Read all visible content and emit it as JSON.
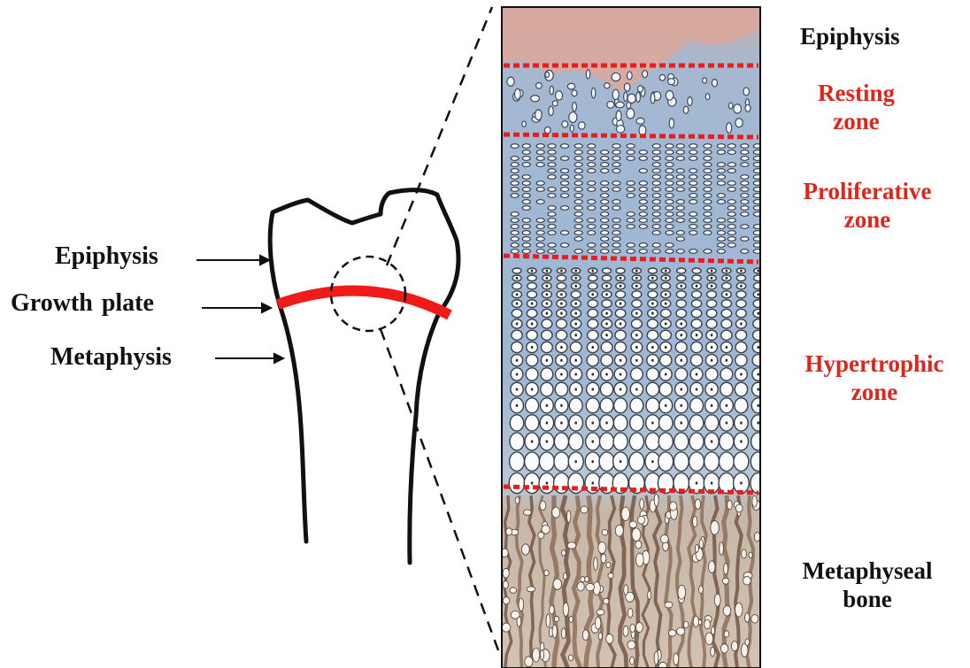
{
  "diagram": {
    "bone_labels": {
      "epiphysis": "Epiphysis",
      "growth_plate": "Growth  plate",
      "metaphysis": "Metaphysis"
    },
    "zone_labels": {
      "epiphysis": "Epiphysis",
      "resting": {
        "line1": "Resting",
        "line2": "zone"
      },
      "proliferative": {
        "line1": "Proliferative",
        "line2": "zone"
      },
      "hypertrophic": {
        "line1": "Hypertrophic",
        "line2": "zone"
      },
      "metaphyseal": {
        "line1": "Metaphyseal",
        "line2": "bone"
      }
    },
    "colors": {
      "zone_label": "#e0251b",
      "growth_plate": "#ef1b1b",
      "divider": "#e81d1d",
      "outline": "#111111",
      "cartilage_matrix": "#9fb9d6",
      "epiphysis_tissue": "#d8a79e",
      "metaphyseal_bone": "#7b5e4e"
    }
  }
}
